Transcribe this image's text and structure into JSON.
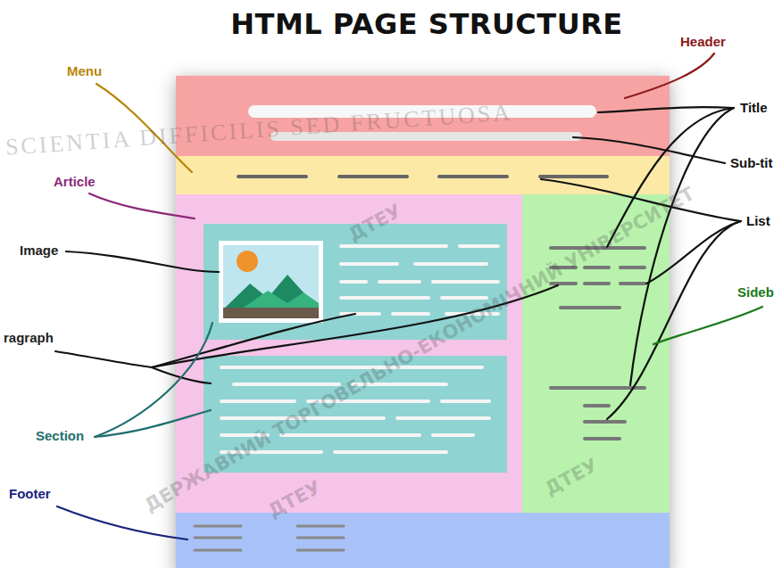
{
  "diagram": {
    "title": "HTML PAGE STRUCTURE",
    "labels": [
      "Header",
      "Title",
      "Sub-tit",
      "List",
      "Sideb",
      "Menu",
      "Article",
      "Image",
      "ragraph",
      "Section",
      "Footer",
      "SCIENTIA DIFFICILIS SED FRUCTUOSA",
      "ДЕРЖАВНИЙ ТОРГОВЕЛЬНО-ЕКОНОМІЧНИЙ УНІВЕРСИТЕТ",
      "ДТЕУ",
      "ДТЕУ",
      "ДТЕУ"
    ]
  }
}
